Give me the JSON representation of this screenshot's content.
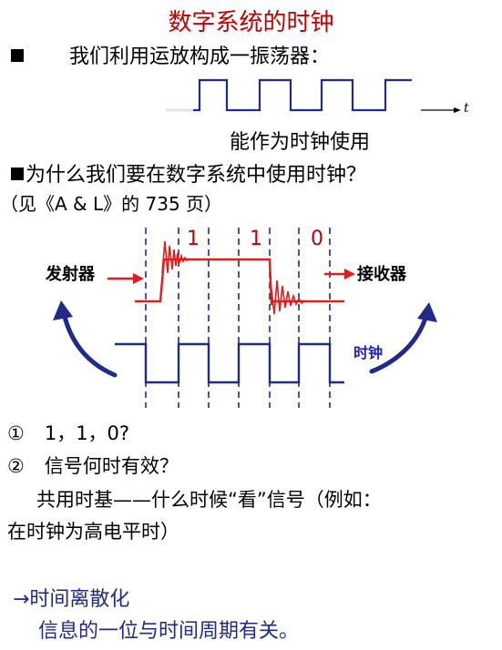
{
  "title": "数字系统的时钟",
  "line1": "我们利用运放构成一振荡器：",
  "wave1_axis": "t",
  "wave1_caption": "能作为时钟使用",
  "line2": "为什么我们要在数字系统中使用时钟？",
  "line3": "（见《A & L》的 735 页）",
  "diagram": {
    "transmitter": "发射器",
    "receiver": "接收器",
    "clock": "时钟",
    "bits": [
      "1",
      "1",
      "0"
    ]
  },
  "item1_num": "①",
  "item1_text": "1，1，0?",
  "item2_num": "②",
  "item2_text": "信号何时有效？",
  "para1": "共用时基——什么时候“看”信号（例如：",
  "para2": "在时钟为高电平时）",
  "arrow_line": "→时间离散化",
  "last_line": "信息的一位与时间周期有关。",
  "colors": {
    "title": "#c00000",
    "accent": "#1f2a8a",
    "signal": "#e31b1b",
    "clock_label": "#1c1cc8"
  }
}
